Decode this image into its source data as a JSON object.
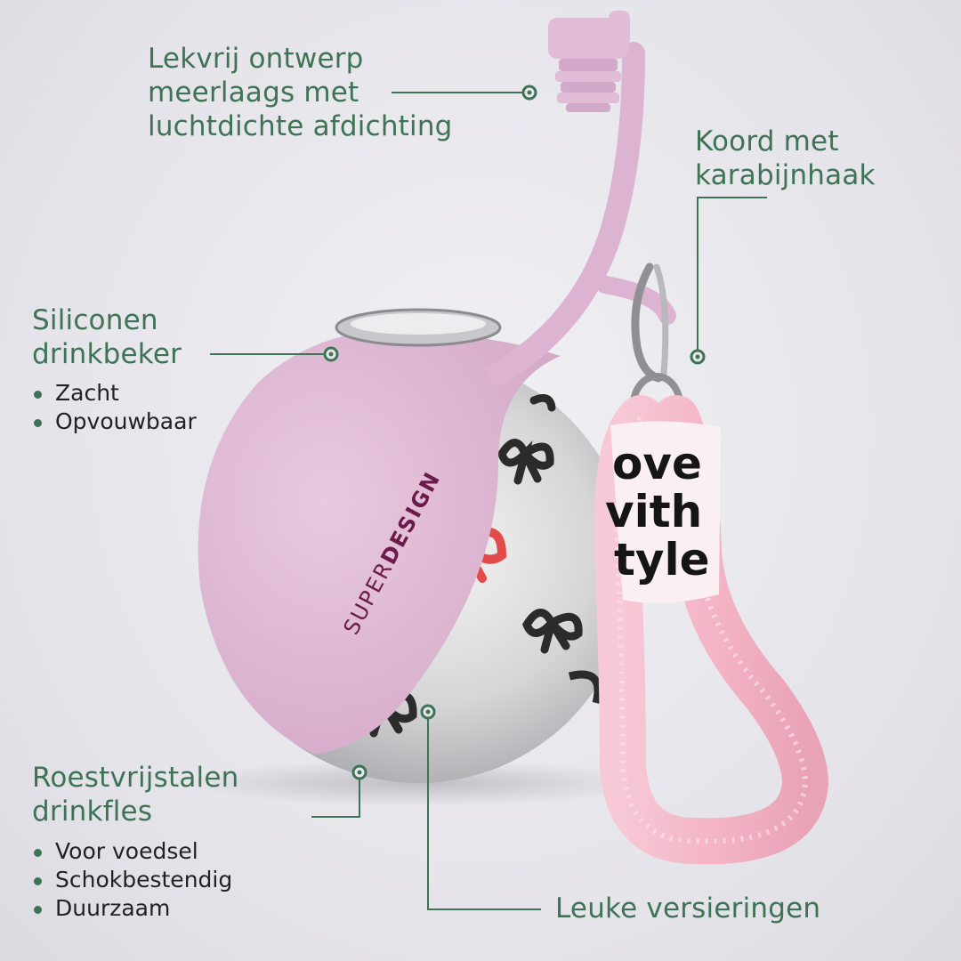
{
  "callouts": {
    "leakproof": {
      "lines": [
        "Lekvrij ontwerp",
        "meerlaags met",
        "luchtdichte afdichting"
      ]
    },
    "cord": {
      "lines": [
        "Koord met",
        "karabijnhaak"
      ]
    },
    "silicone_cup": {
      "lines": [
        "Siliconen",
        "drinkbeker"
      ],
      "bullets": [
        "Zacht",
        "Opvouwbaar"
      ]
    },
    "steel_bottle": {
      "lines": [
        "Roestvrijstalen",
        "drinkfles"
      ],
      "bullets": [
        "Voor voedsel",
        "Schokbestendig",
        "Duurzaam"
      ]
    },
    "decorations": {
      "lines": [
        "Leuke versieringen"
      ]
    }
  },
  "product": {
    "brand_light": "SUPER",
    "brand_bold": "DESIGN",
    "strap_text": [
      "ove",
      "vith",
      "tyle"
    ]
  },
  "colors": {
    "accent_green": "#3e7355",
    "silicone_pink": "#e2bfd9",
    "cord_pink": "#f2b9c9"
  }
}
